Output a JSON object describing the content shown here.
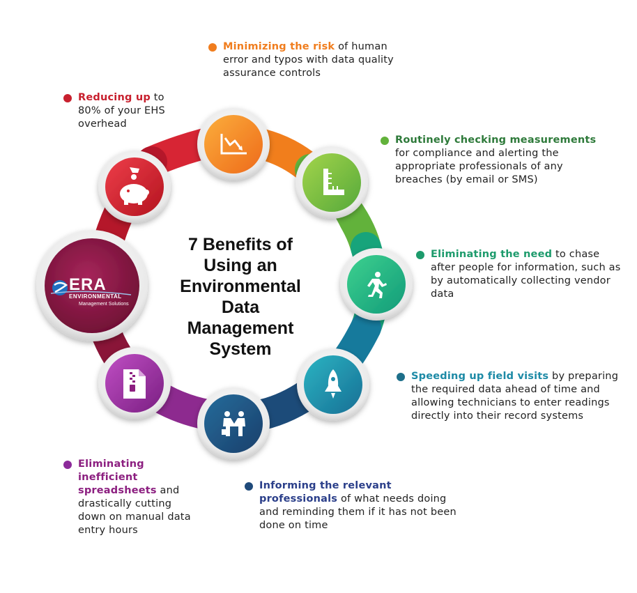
{
  "title": [
    "7 Benefits of",
    "Using an",
    "Environmental",
    "Data",
    "Management",
    "System"
  ],
  "logo": {
    "brand": "ERA",
    "line1": "ENVIRONMENTAL",
    "line2": "Management Solutions"
  },
  "benefits": [
    {
      "id": "risk",
      "highlight": "Minimizing the risk",
      "rest": " of human error and typos with data quality assurance controls",
      "color": "#f07d1e",
      "icon": "chart-down-icon"
    },
    {
      "id": "checking",
      "highlight": "Routinely checking measurements",
      "rest": " for compliance and alerting the appropriate professionals of any breaches (by email or SMS)",
      "color": "#2e8b3a",
      "icon": "ruler-icon"
    },
    {
      "id": "need",
      "highlight": "Eliminating the need",
      "rest": " to chase after people for information, such as by automatically collecting vendor data",
      "color": "#1d9b6c",
      "icon": "runner-icon"
    },
    {
      "id": "field",
      "highlight": "Speeding up field visits",
      "rest": " by preparing the required data ahead of time and allowing technicians to enter readings directly into their record systems",
      "color": "#1d8aa6",
      "icon": "rocket-icon"
    },
    {
      "id": "informing",
      "highlight": "Informing the relevant professionals",
      "rest": " of what needs doing and reminding them if it has not been done on time",
      "color": "#2b3f8a",
      "icon": "handshake-icon"
    },
    {
      "id": "spreadsheets",
      "highlight": "Eliminating inefficient spreadsheets",
      "rest": " and drastically cutting down on manual data entry hours",
      "color": "#8c1f80",
      "icon": "zip-file-icon"
    },
    {
      "id": "reducing",
      "highlight": "Reducing up",
      "rest": " to 80% of your EHS overhead",
      "color": "#c8202e",
      "icon": "piggy-bank-icon"
    }
  ],
  "colors": {
    "orange": "#f07d1e",
    "green": "#7cc242",
    "teal": "#1fb58a",
    "cyan": "#1d8aa6",
    "navy": "#1d4f7c",
    "purple": "#9b2d8f",
    "red": "#d8252f",
    "maroon": "#8a1538"
  }
}
